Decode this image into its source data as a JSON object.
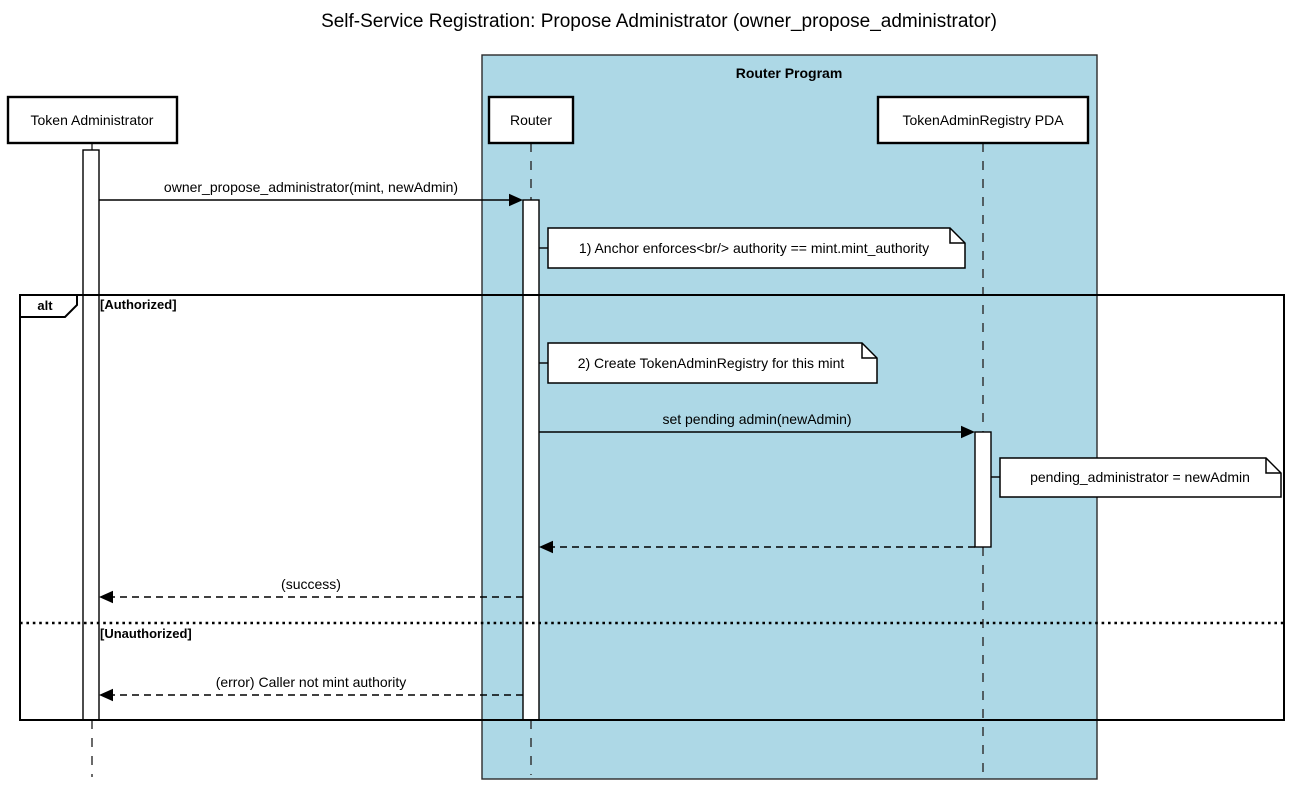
{
  "diagram": {
    "title": "Self-Service Registration: Propose Administrator (owner_propose_administrator)",
    "type": "sequence-diagram",
    "colors": {
      "container_fill": "#add8e6",
      "note_fill": "#ffffff",
      "actor_fill": "#ffffff",
      "line_color": "#000000"
    },
    "container": {
      "label": "Router Program"
    },
    "participants": [
      {
        "name": "Token Administrator"
      },
      {
        "name": "Router"
      },
      {
        "name": "TokenAdminRegistry PDA"
      }
    ],
    "messages": [
      {
        "label": "owner_propose_administrator(mint, newAdmin)",
        "from": "Token Administrator",
        "to": "Router",
        "style": "solid"
      },
      {
        "label": "set pending admin(newAdmin)",
        "from": "Router",
        "to": "TokenAdminRegistry PDA",
        "style": "solid"
      },
      {
        "label": "",
        "from": "TokenAdminRegistry PDA",
        "to": "Router",
        "style": "dashed-return"
      },
      {
        "label": "(success)",
        "from": "Router",
        "to": "Token Administrator",
        "style": "dashed-return"
      },
      {
        "label": "(error) Caller not mint authority",
        "from": "Router",
        "to": "Token Administrator",
        "style": "dashed-return"
      }
    ],
    "notes": [
      {
        "text": "1) Anchor enforces<br/> authority == mint.mint_authority"
      },
      {
        "text": "2) Create TokenAdminRegistry for this mint"
      },
      {
        "text": "pending_administrator = newAdmin"
      }
    ],
    "alt_frame": {
      "operator": "alt",
      "conditions": [
        "[Authorized]",
        "[Unauthorized]"
      ]
    }
  }
}
